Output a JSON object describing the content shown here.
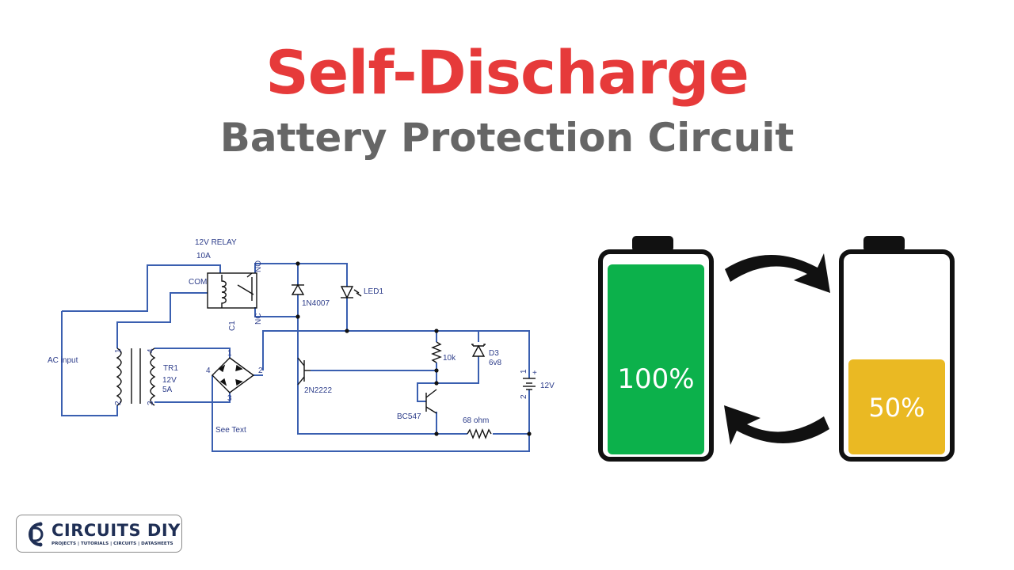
{
  "title": "Self-Discharge",
  "subtitle": "Battery Protection Circuit",
  "colors": {
    "title": "#e63a3a",
    "subtitle": "#666666",
    "wire": "#3a5fb0",
    "label": "#2d3d8a",
    "battery_full": "#0cb14b",
    "battery_half": "#eab923",
    "outline": "#111111",
    "logo": "#1f2f55"
  },
  "schematic": {
    "labels": {
      "relay": "12V RELAY",
      "relay_current": "10A",
      "com": "COM",
      "no": "NO",
      "nc": "NC",
      "c1": "C1",
      "diode": "1N4007",
      "led": "LED1",
      "ac_input": "AC input",
      "transformer": "TR1",
      "tr_voltage": "12V",
      "tr_current": "5A",
      "tr_pin1": "1",
      "tr_pin2": "2",
      "tr_pin3": "3",
      "tr_pin4": "4",
      "bridge_pin1": "1",
      "bridge_pin2": "2",
      "bridge_pin3": "3",
      "bridge_pin4": "4",
      "transistor1": "2N2222",
      "transistor2": "BC547",
      "resistor1": "10k",
      "resistor2": "68 ohm",
      "zener": "D3",
      "zener_value": "6v8",
      "battery": "12V",
      "batt_pin1": "1",
      "batt_pin2": "2",
      "batt_plus": "+",
      "see_text": "See Text"
    }
  },
  "batteries": [
    {
      "label": "100%",
      "level": 1.0
    },
    {
      "label": "50%",
      "level": 0.5
    }
  ],
  "logo": {
    "name": "CIRCUITS DIY",
    "tagline": "PROJECTS | TUTORIALS | CIRCUITS | DATASHEETS",
    "icon": "circuit-cd-icon"
  }
}
